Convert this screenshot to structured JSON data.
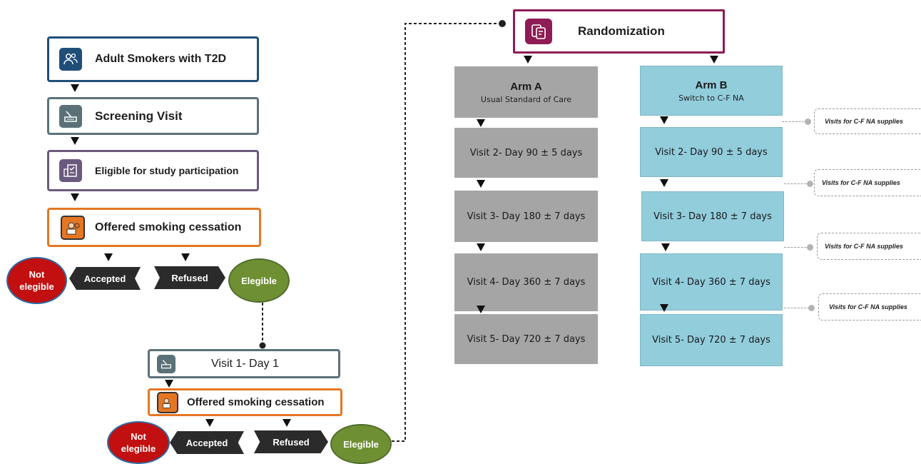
{
  "colors": {
    "navy": "#1f4e79",
    "slate": "#5b7178",
    "purple": "#6b5a7e",
    "orange": "#e57723",
    "magenta": "#8e1c55",
    "red": "#c20f0f",
    "green": "#6f8f33",
    "armA": "#a5a5a5",
    "armB": "#92cddc"
  },
  "steps": {
    "adults": {
      "label": "Adult Smokers with T2D",
      "icon": "people-icon"
    },
    "screening": {
      "label": "Screening Visit",
      "icon": "signature-icon"
    },
    "eligible": {
      "label": "Eligible for study participation",
      "icon": "checklist-icon"
    },
    "offered1": {
      "label": "Offered smoking cessation",
      "icon": "doctor-icon"
    },
    "visit1": {
      "label": "Visit 1- Day 1",
      "icon": "signature-icon"
    },
    "offered2": {
      "label": "Offered smoking cessation",
      "icon": "doctor-icon"
    }
  },
  "outcomes": {
    "not_elegible": "Not elegible",
    "accepted": "Accepted",
    "refused": "Refused",
    "elegible": "Elegible"
  },
  "randomization": {
    "label": "Randomization",
    "icon": "documents-icon"
  },
  "armA": {
    "title": "Arm A",
    "subtitle": "Usual Standard of Care",
    "visits": [
      "Visit 2- Day 90 ± 5 days",
      "Visit 3- Day 180 ± 7 days",
      "Visit 4- Day 360 ± 7 days",
      "Visit 5- Day 720 ± 7 days"
    ]
  },
  "armB": {
    "title": "Arm B",
    "subtitle": "Switch to C-F NA",
    "visits": [
      "Visit 2- Day 90 ± 5 days",
      "Visit 3- Day 180 ± 7 days",
      "Visit 4- Day 360 ± 7 days",
      "Visit 5- Day 720 ± 7 days"
    ]
  },
  "supplies": [
    "Visits for C-F NA supplies",
    "Visits for C-F NA supplies",
    "Visits for C-F NA supplies",
    "Visits for C-F NA supplies"
  ]
}
